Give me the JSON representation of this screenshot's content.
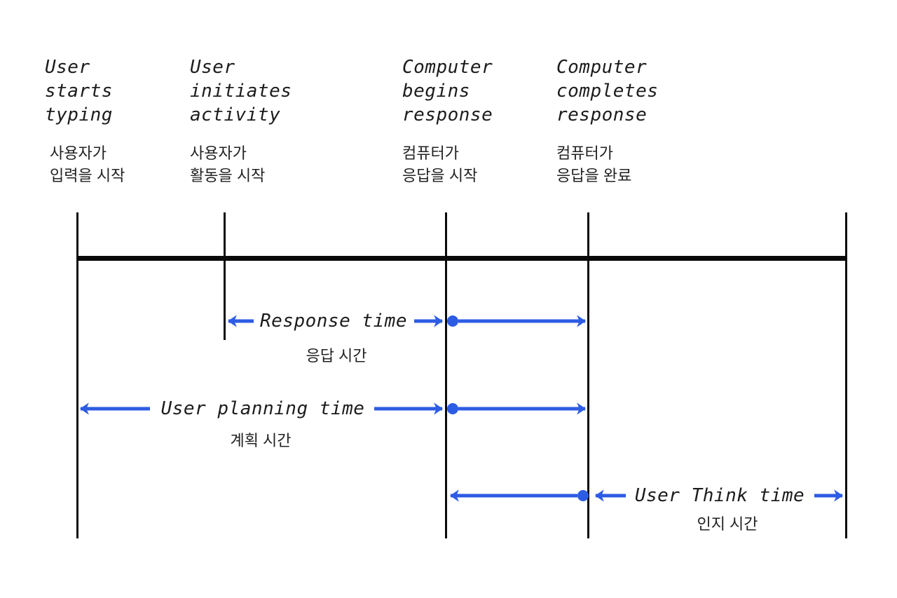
{
  "colors": {
    "accent_blue": "#2d5ce4",
    "line_black": "#0a0a0a",
    "text_black": "#1c1c1c",
    "background": "#ffffff"
  },
  "events": [
    {
      "en": "User\nstarts\ntyping",
      "ko": "사용자가\n입력을 시작"
    },
    {
      "en": "User\ninitiates\nactivity",
      "ko": "사용자가\n활동을 시작"
    },
    {
      "en": "Computer\nbegins\nresponse",
      "ko": "컴퓨터가\n응답을 시작"
    },
    {
      "en": "Computer\ncompletes\nresponse",
      "ko": "컴퓨터가\n응답을 완료"
    }
  ],
  "intervals": [
    {
      "en": "Response time",
      "ko": "응답 시간"
    },
    {
      "en": "User planning time",
      "ko": "계획 시간"
    },
    {
      "en": "User Think time",
      "ko": "인지 시간"
    }
  ]
}
